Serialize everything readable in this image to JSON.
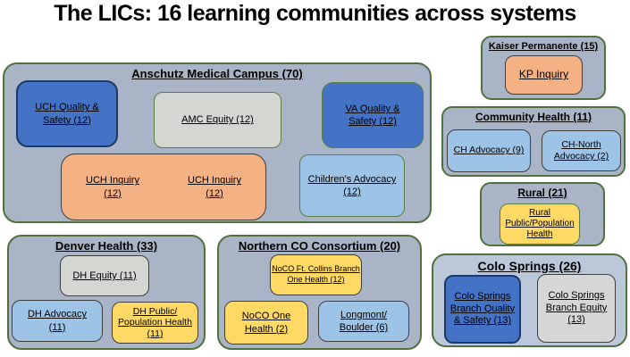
{
  "title": "The LICs: 16 learning communities across systems",
  "palette": {
    "container_fill": "#a9b5c6",
    "container_fill_light": "#bac8da",
    "container_border_green": "#4f7140",
    "box_blue": "#4472c4",
    "box_blue_border": "#1f3864",
    "box_light_blue": "#9dc3e6",
    "box_orange": "#f4b183",
    "box_yellow": "#ffd966",
    "box_gray": "#d4d6d2",
    "box_dark_border": "#3f3f3f",
    "box_green_border": "#5a7d41"
  },
  "groups": {
    "anschutz": {
      "label": "Anschutz Medical Campus (70)"
    },
    "kaiser": {
      "label": "Kaiser Permanente (15)"
    },
    "community": {
      "label": "Community Health (11)"
    },
    "rural": {
      "label": "Rural (21)"
    },
    "denver": {
      "label": "Denver Health (33)"
    },
    "noco": {
      "label": "Northern CO Consortium (20)"
    },
    "colo_springs": {
      "label": "Colo Springs (26)"
    }
  },
  "boxes": {
    "uch_quality": {
      "label": "UCH Quality & Safety (12)"
    },
    "amc_equity": {
      "label": "AMC Equity (12)"
    },
    "va_quality": {
      "label": "VA Quality & Safety (12)"
    },
    "uch_inquiry_1": {
      "label": "UCH Inquiry (12)"
    },
    "uch_inquiry_2": {
      "label": "UCH Inquiry (12)"
    },
    "childrens": {
      "label": "Children's Advocacy (12)"
    },
    "kp_inquiry": {
      "label": "KP Inquiry"
    },
    "ch_advocacy": {
      "label": "CH Advocacy (9)"
    },
    "ch_north": {
      "label": "CH-North Advocacy (2)"
    },
    "rural_pph": {
      "label": "Rural Public/Population Health"
    },
    "dh_equity": {
      "label": "DH Equity (11)"
    },
    "dh_advocacy": {
      "label": "DH Advocacy (11)"
    },
    "dh_public": {
      "label": "DH Public/ Population Health (11)"
    },
    "noco_ft": {
      "label": "NoCO Ft. Collins Branch One Health (12)"
    },
    "noco_one": {
      "label": "NoCO One Health (2)"
    },
    "longmont": {
      "label": "Longmont/ Boulder (6)"
    },
    "cs_quality": {
      "label": "Colo Springs Branch Quality & Safety (13)"
    },
    "cs_equity": {
      "label": "Colo Springs Branch Equity (13)"
    }
  }
}
